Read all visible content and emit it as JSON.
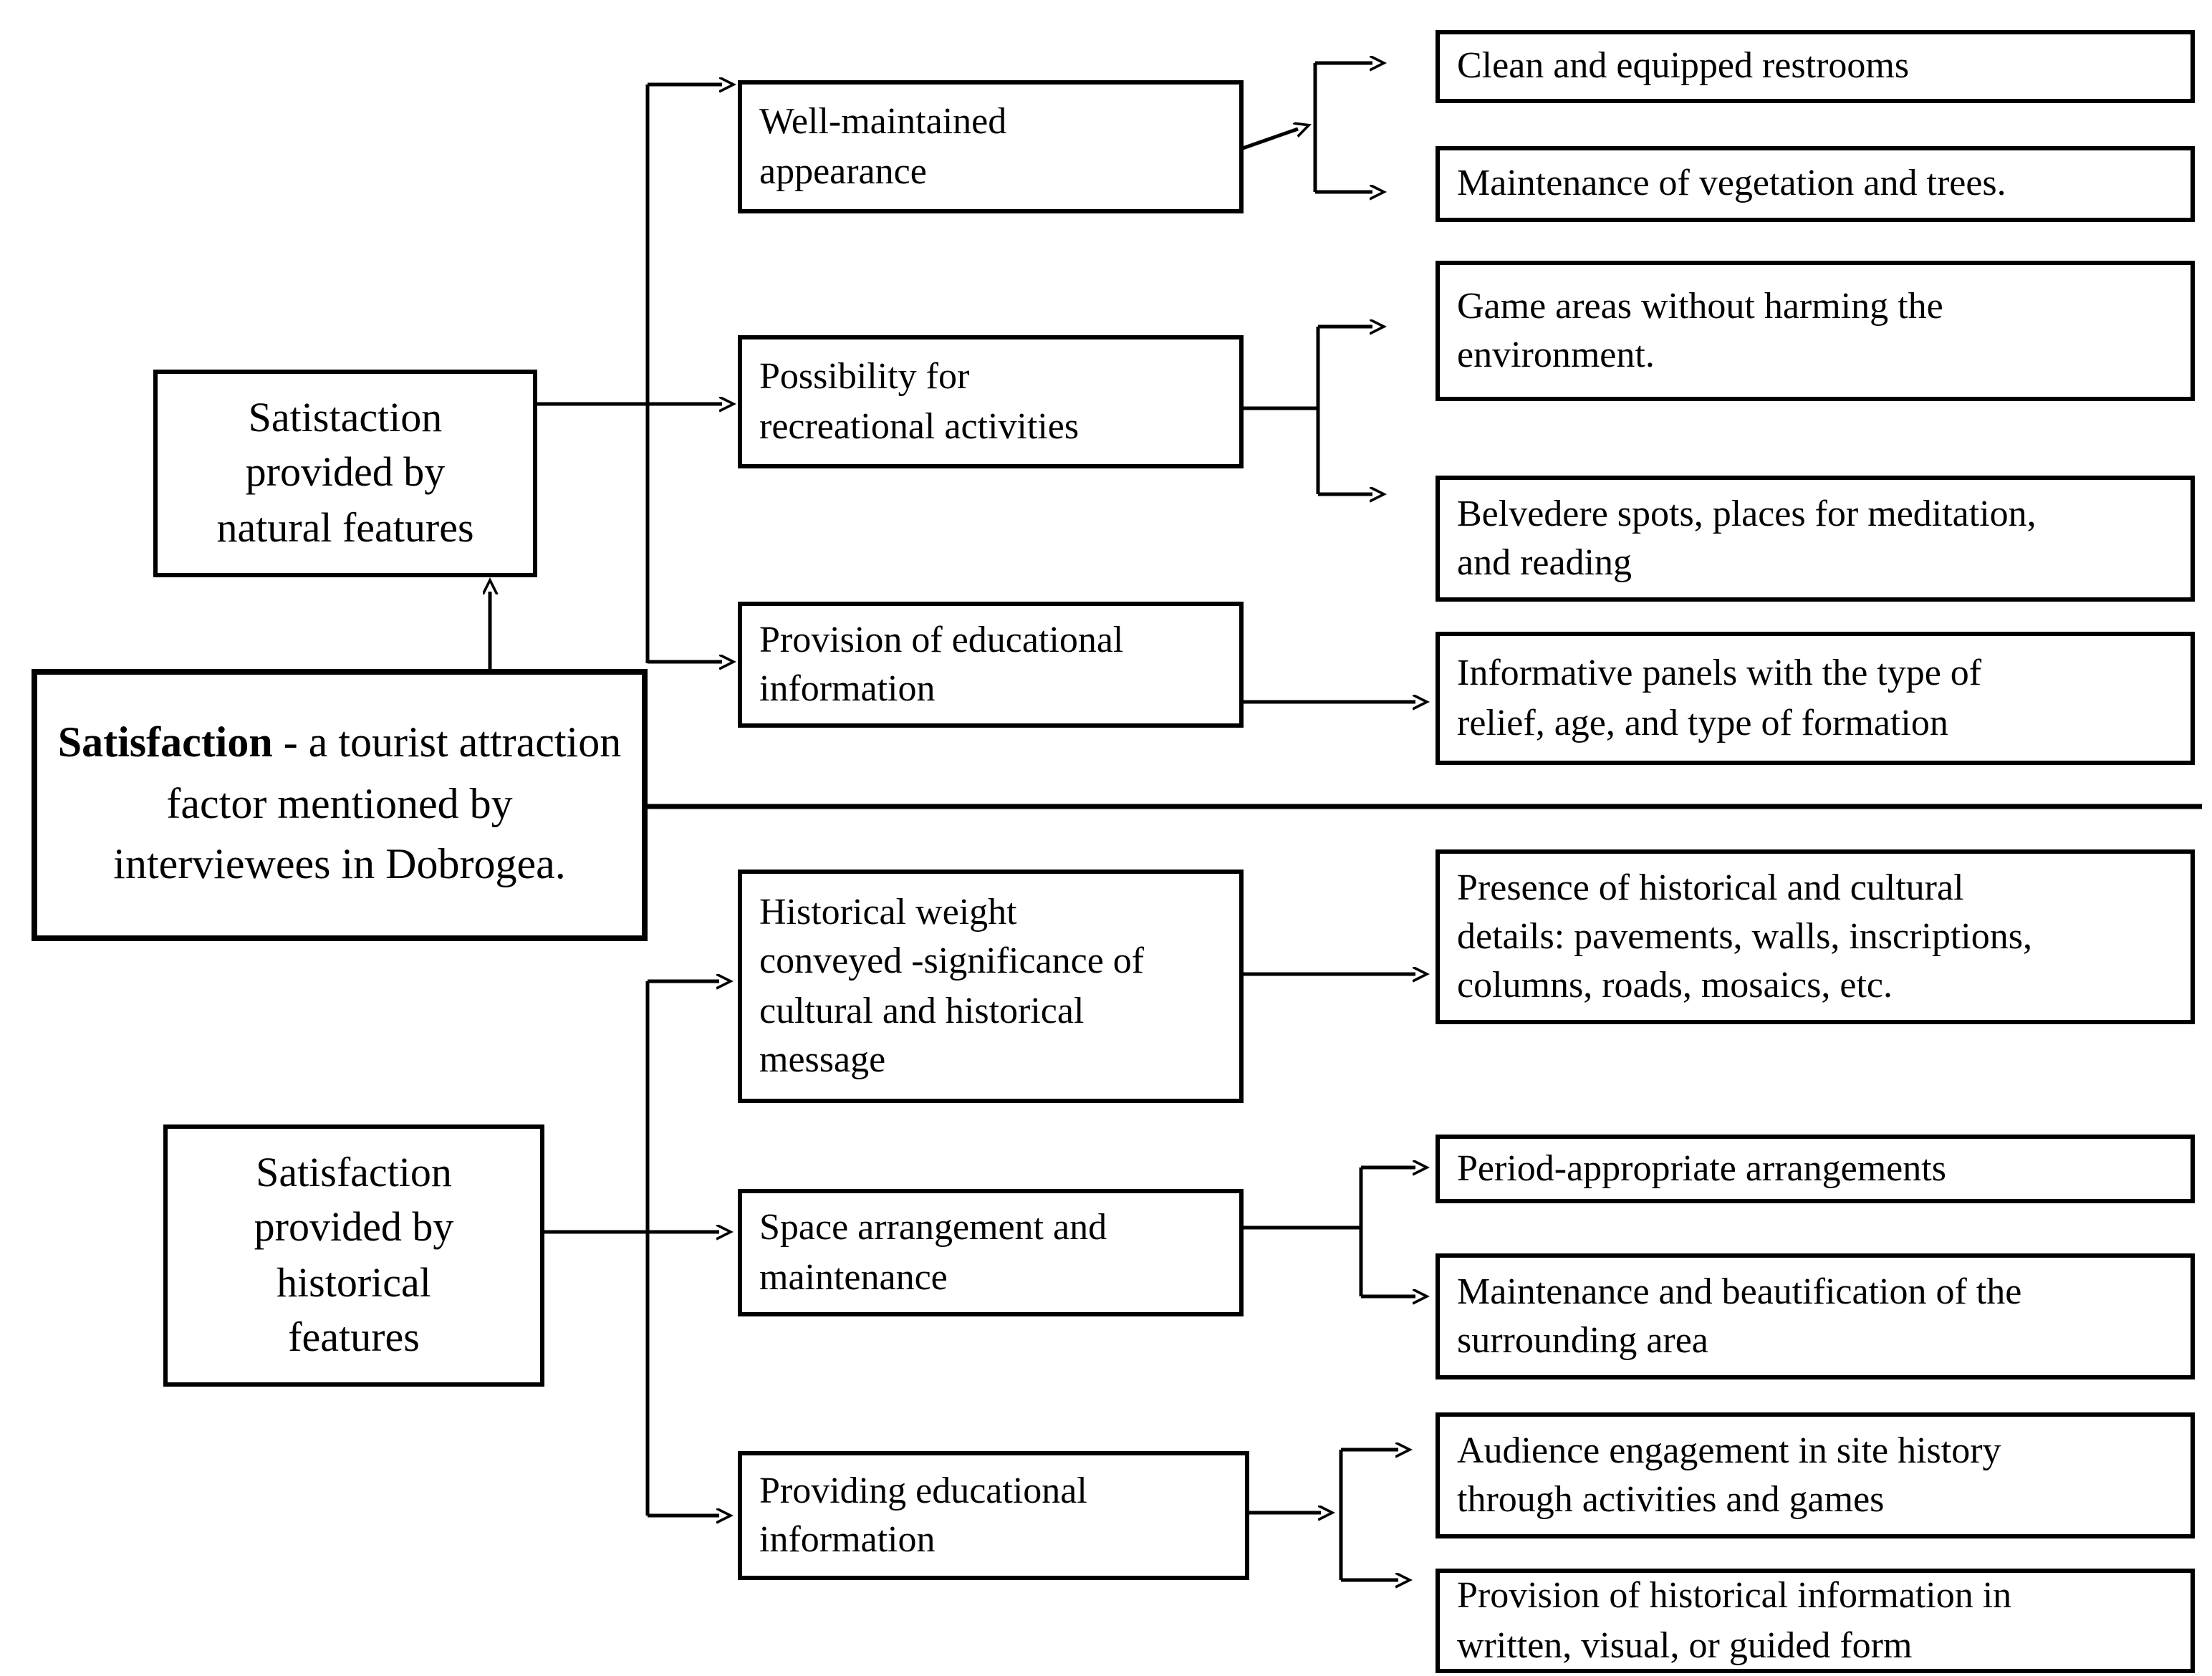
{
  "page": {
    "background_color": "#ffffff",
    "line_color": "#000000"
  },
  "boxes": {
    "root": {
      "term": "Satisfaction",
      "description": " - a tourist attraction factor mentioned by interviewees in Dobrogea."
    },
    "natural": {
      "label": "Satistaction\nprovided by\nnatural features"
    },
    "historical": {
      "label": "Satisfaction\nprovided by\nhistorical\nfeatures"
    },
    "well": {
      "label": "Well-maintained\nappearance"
    },
    "possibility": {
      "label": "Possibility for\nrecreational activities"
    },
    "provision_edu": {
      "label": "Provision of educational\ninformation"
    },
    "hist_weight": {
      "label": "Historical weight\nconveyed -significance of\ncultural and historical\nmessage"
    },
    "space": {
      "label": "Space arrangement and\nmaintenance"
    },
    "providing_edu": {
      "label": "Providing educational\ninformation"
    },
    "clean": {
      "label": "Clean and equipped restrooms"
    },
    "maint_veg": {
      "label": "Maintenance of vegetation and trees."
    },
    "game": {
      "label": "Game areas without harming the\nenvironment."
    },
    "belvedere": {
      "label": "Belvedere spots, places for meditation,\nand reading"
    },
    "informative": {
      "label": "Informative panels with the type of\nrelief, age, and type of formation"
    },
    "presence": {
      "label": "Presence of historical and cultural\ndetails: pavements, walls, inscriptions,\ncolumns, roads, mosaics, etc."
    },
    "period": {
      "label": "Period-appropriate arrangements"
    },
    "maint_beaut": {
      "label": "Maintenance and beautification of the\nsurrounding area"
    },
    "audience": {
      "label": "Audience engagement in site history\nthrough activities and games"
    },
    "provision_hist": {
      "label": "Provision of historical information in\nwritten, visual, or guided form"
    }
  }
}
